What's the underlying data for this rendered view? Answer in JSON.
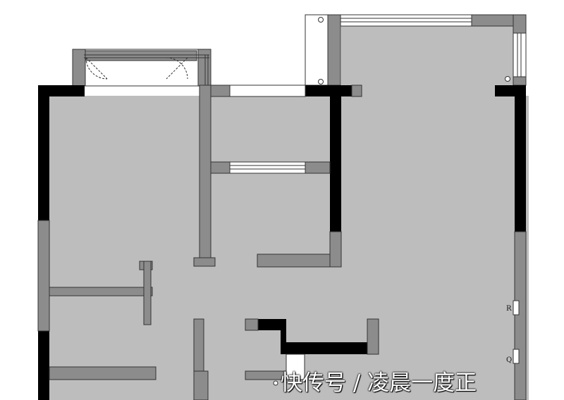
{
  "floor_plan": {
    "markers": [
      {
        "label": "R"
      },
      {
        "label": "Q"
      }
    ]
  },
  "watermark": {
    "text": "快传号 / 凌晨一度正"
  },
  "colors": {
    "floor": "#bdbdbd",
    "wall_solid": "#000000",
    "wall_partition": "#8c8c8c",
    "window": "#ffffff",
    "outline": "#333333"
  }
}
